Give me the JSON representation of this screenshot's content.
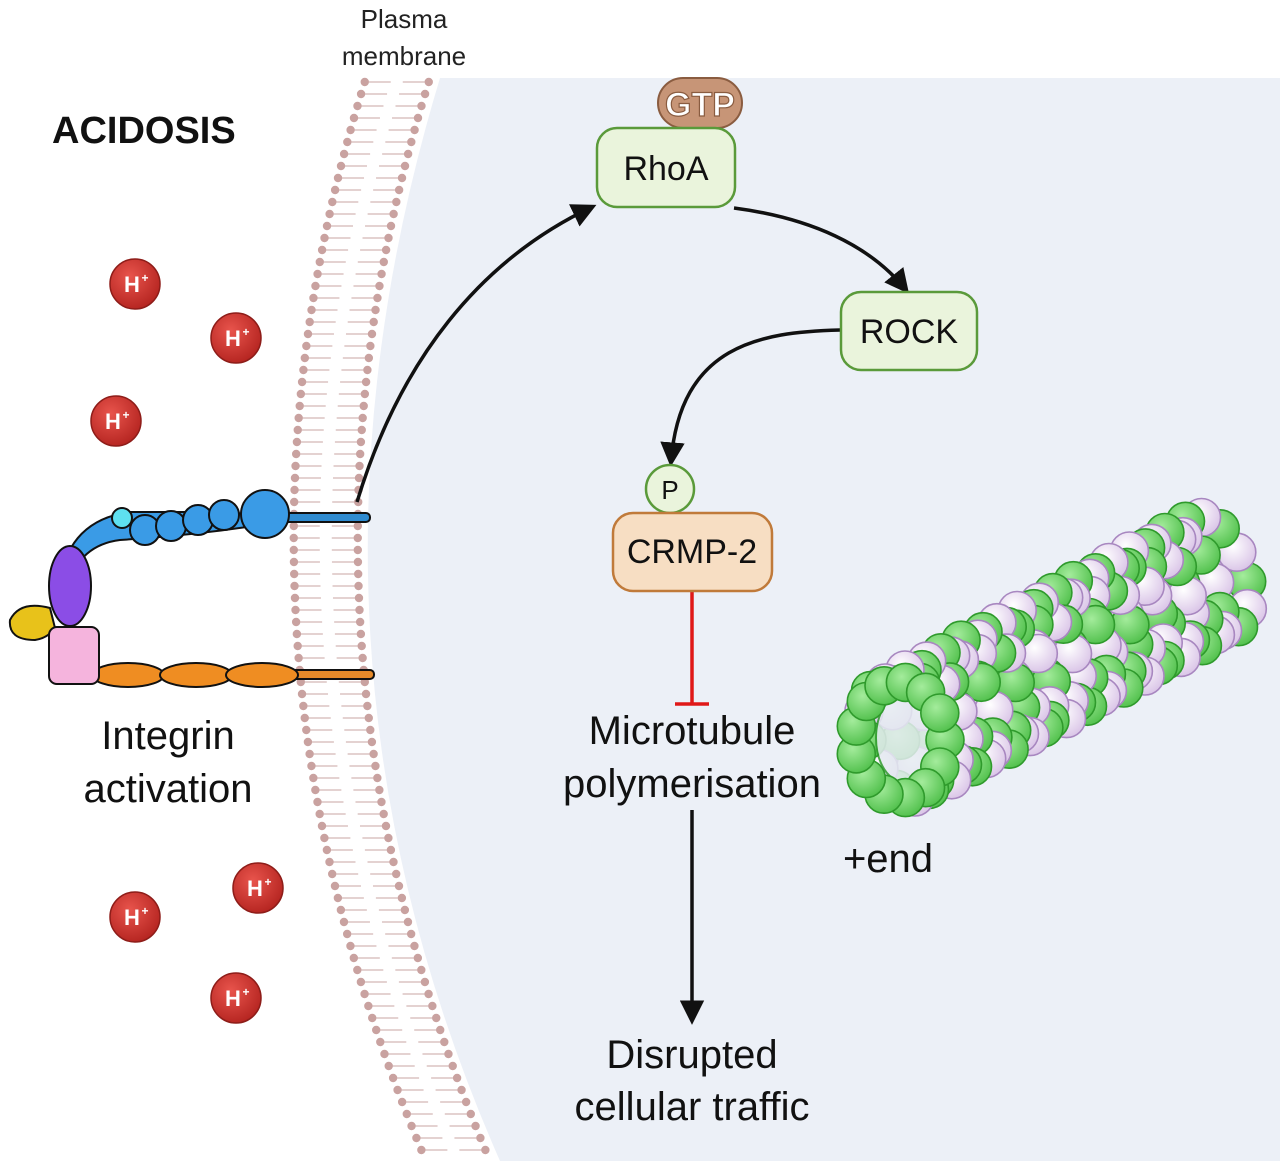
{
  "labels": {
    "plasma_membrane_line1": "Plasma",
    "plasma_membrane_line2": "membrane",
    "acidosis": "ACIDOSIS",
    "proton": "H",
    "proton_charge": "+",
    "integrin_line1": "Integrin",
    "integrin_line2": "activation"
  },
  "nodes": {
    "gtp": "GTP",
    "rhoa": "RhoA",
    "rock": "ROCK",
    "phospho": "P",
    "crmp2": "CRMP-2",
    "mt_line1": "Microtubule",
    "mt_line2": "polymerisation",
    "plus_end": "+end",
    "disrupted_line1": "Disrupted",
    "disrupted_line2": "cellular traffic"
  },
  "colors": {
    "cell_interior": "#ecf0f7",
    "membrane_head": "#c9a2a0",
    "proton_fill": "#d13a33",
    "rhoa_fill": "#eaf4dc",
    "rhoa_stroke": "#5a9a3a",
    "gtp_fill": "#c79577",
    "crmp2_fill": "#f7dec3",
    "crmp2_stroke": "#c07a3a",
    "inhibition": "#e01818",
    "tubulin_green": "#6fd36a",
    "tubulin_violet": "#eadcf2"
  }
}
